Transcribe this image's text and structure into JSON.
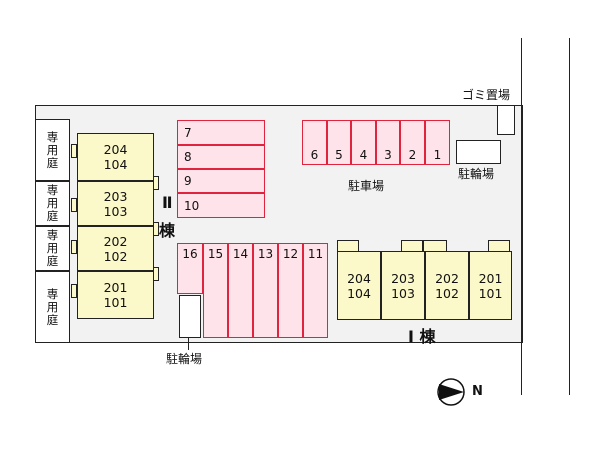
{
  "labels": {
    "garbage": "ゴミ置場",
    "bike_top": "駐輪場",
    "bike_bottom": "駐輪場",
    "parking": "駐車場",
    "building_1": "Ⅰ 棟",
    "building_2_numeral": "Ⅱ",
    "building_2_char": "棟",
    "garden_chars": [
      "専",
      "用",
      "庭"
    ],
    "compass": "N"
  },
  "building_2_units": [
    {
      "upper": "204",
      "lower": "104"
    },
    {
      "upper": "203",
      "lower": "103"
    },
    {
      "upper": "202",
      "lower": "102"
    },
    {
      "upper": "201",
      "lower": "101"
    }
  ],
  "building_1_units": [
    {
      "upper": "204",
      "lower": "104"
    },
    {
      "upper": "203",
      "lower": "103"
    },
    {
      "upper": "202",
      "lower": "102"
    },
    {
      "upper": "201",
      "lower": "101"
    }
  ],
  "parking_row_top": [
    "6",
    "5",
    "4",
    "3",
    "2",
    "1"
  ],
  "parking_stack_left": [
    "7",
    "8",
    "9",
    "10"
  ],
  "parking_row_bottom": [
    "16",
    "15",
    "14",
    "13",
    "12",
    "11"
  ]
}
